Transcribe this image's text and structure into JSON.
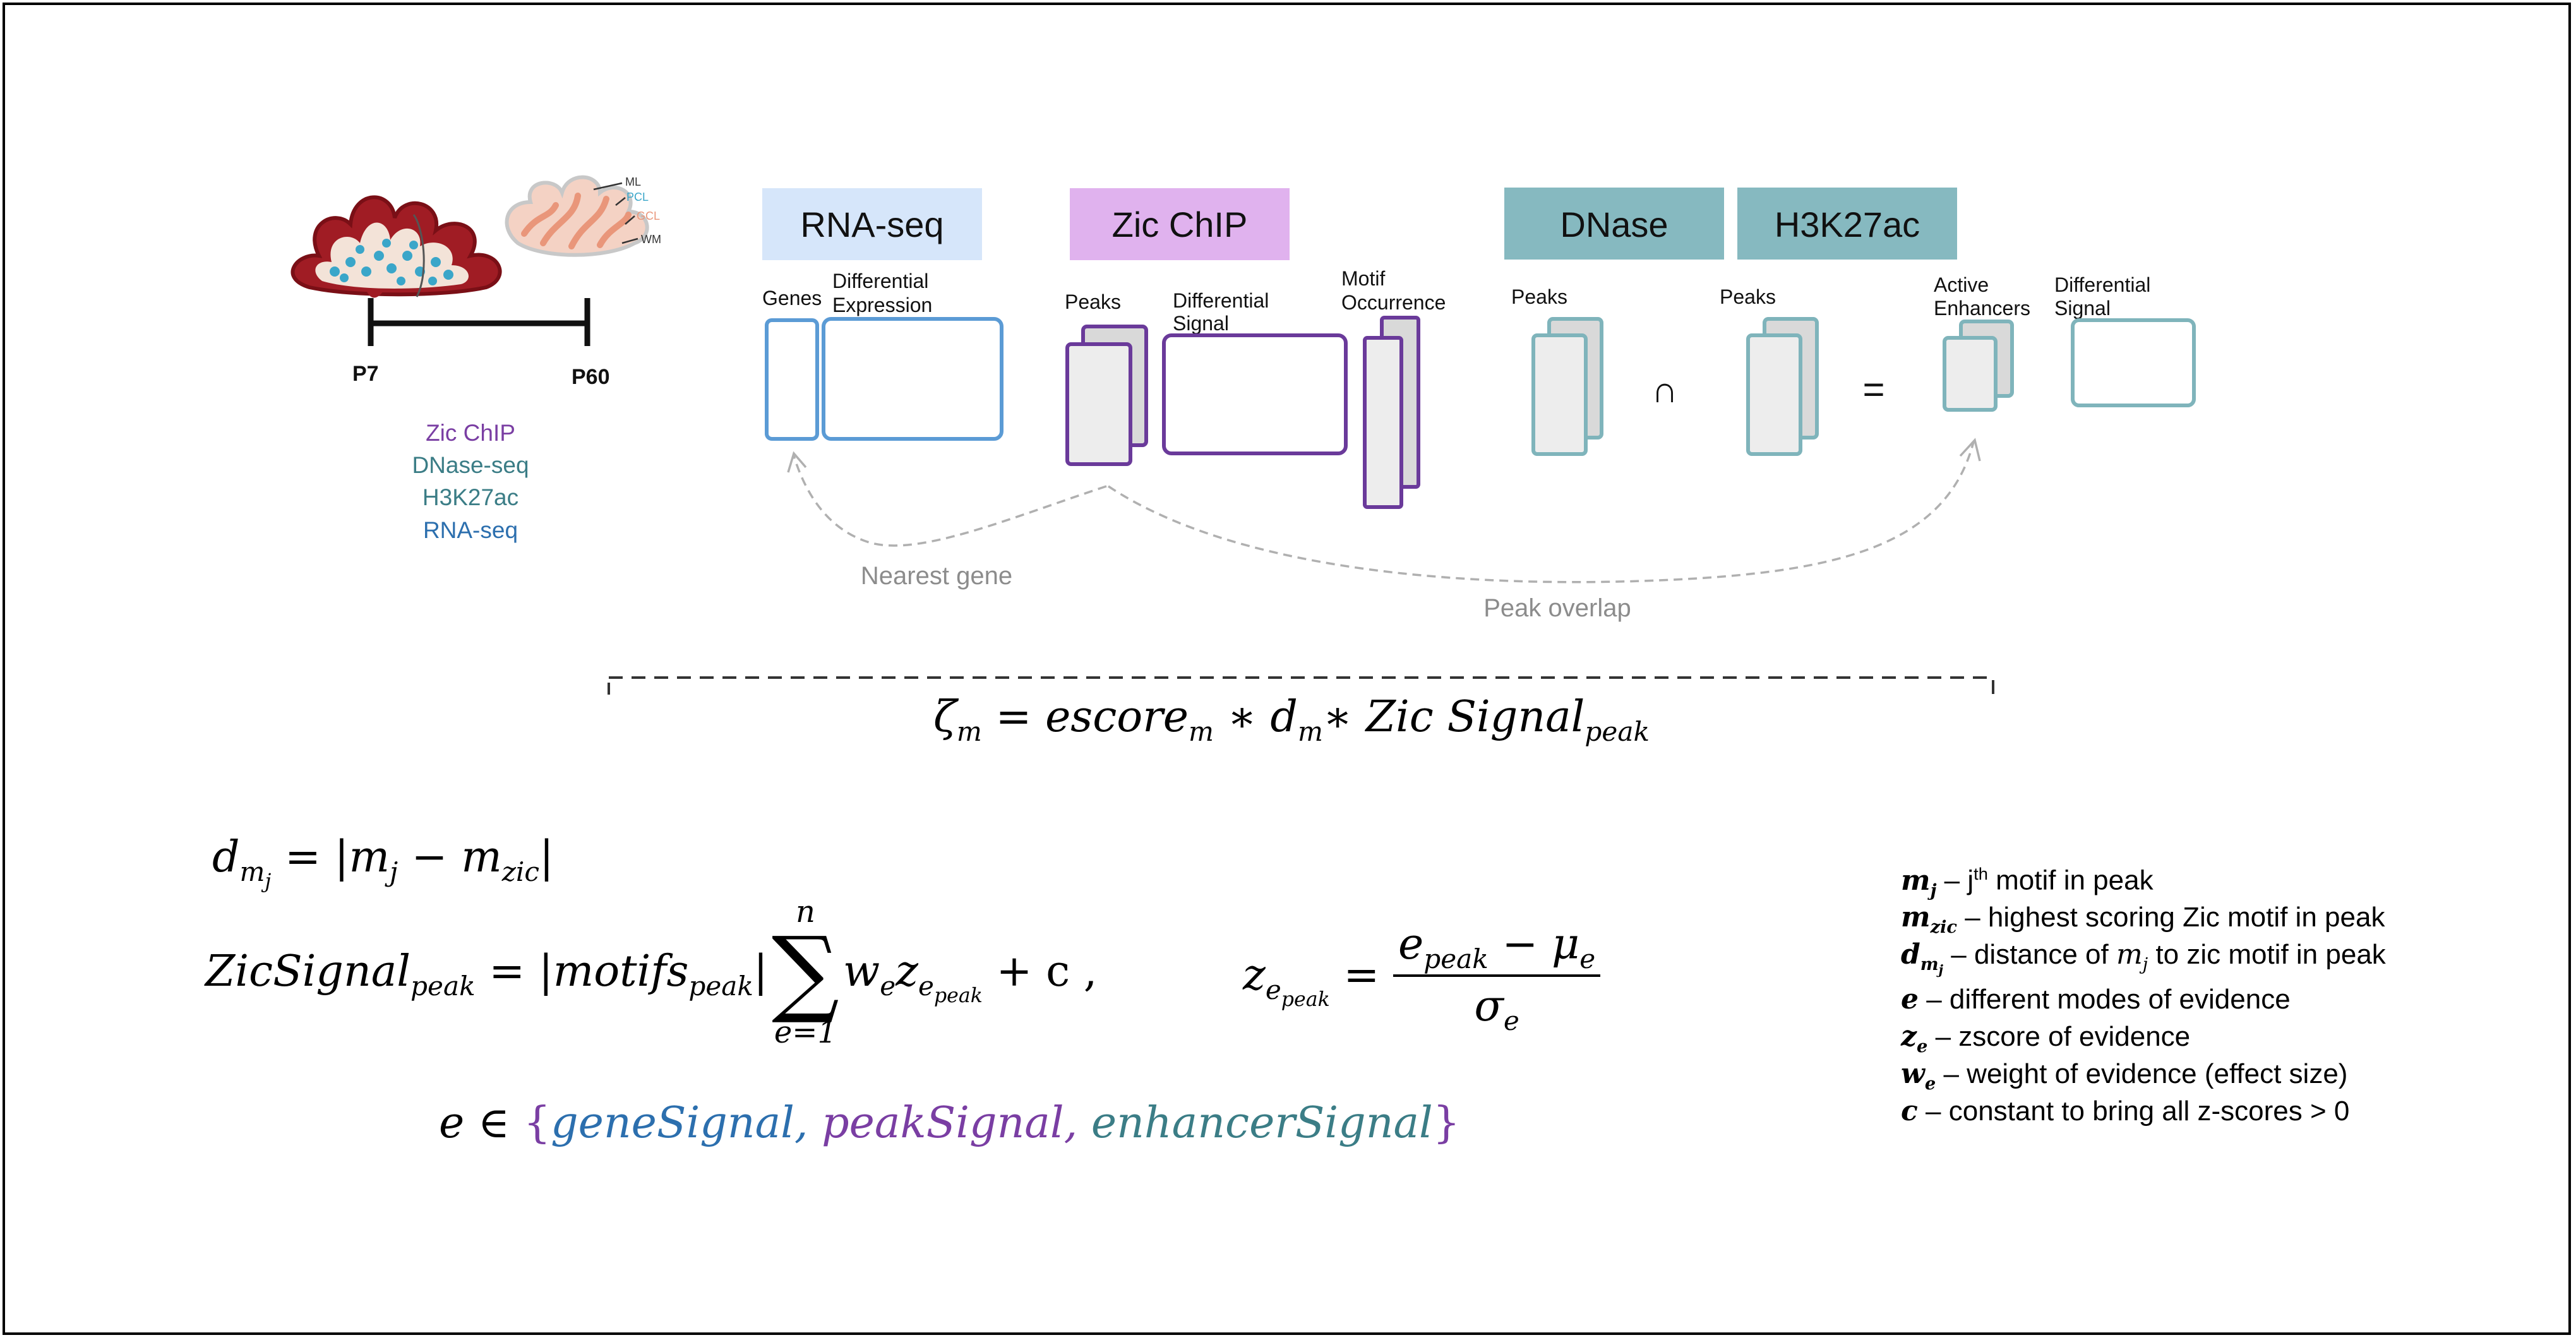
{
  "timeline": {
    "start_label": "P7",
    "end_label": "P60",
    "layer_labels": [
      "ML",
      "PCL",
      "GCL",
      "WM"
    ],
    "assays": [
      {
        "label": "Zic ChIP",
        "color": "#7a3ea3"
      },
      {
        "label": "DNase-seq",
        "color": "#3b7d86"
      },
      {
        "label": "H3K27ac",
        "color": "#3b7d86"
      },
      {
        "label": "RNA-seq",
        "color": "#2c6fae"
      }
    ]
  },
  "panels": {
    "rna_seq": {
      "title": "RNA-seq",
      "genes_label": "Genes",
      "diff_expr_label_1": "Differential",
      "diff_expr_label_2": "Expression"
    },
    "zic_chip": {
      "title": "Zic ChIP",
      "peaks_label": "Peaks",
      "diff_signal_label_1": "Differential",
      "diff_signal_label_2": "Signal",
      "motif_label_1": "Motif",
      "motif_label_2": "Occurrence"
    },
    "dnase": {
      "title": "DNase",
      "peaks_label": "Peaks",
      "intersect_symbol": "∩"
    },
    "h3k27ac": {
      "title": "H3K27ac",
      "peaks_label": "Peaks",
      "equals_symbol": "=",
      "active_label_1": "Active",
      "active_label_2": "Enhancers",
      "diff_signal_label_1": "Differential",
      "diff_signal_label_2": "Signal"
    }
  },
  "arrows": {
    "nearest_gene": "Nearest gene",
    "peak_overlap": "Peak overlap"
  },
  "equations": {
    "zeta": {
      "lhs": "ζ",
      "lhs_sub": "m",
      "eq": " = ",
      "t1": "escore",
      "t1_sub": "m",
      "op1": " ∗  ",
      "t2": "d",
      "t2_sub": "m",
      "op2": "∗  ",
      "t3": "Zic Signal",
      "t3_sub": "peak"
    },
    "d_mj": {
      "d": "d",
      "d_sub_m": "m",
      "d_sub_j": "j",
      "eq": " = |",
      "m": "m",
      "m_sub": "j",
      "minus": " − ",
      "m2": "m",
      "m2_sub": "zic",
      "close": "|"
    },
    "zic_signal": {
      "lhs": "ZicSignal",
      "lhs_sub": "peak",
      "eq": " = |",
      "motifs": "motifs",
      "motifs_sub": "peak",
      "close": "|",
      "sum_top": "n",
      "sum_bottom": "e=1",
      "w": "w",
      "w_sub": "e",
      "z": "z",
      "z_sub": "e",
      "z_subsub": "peak",
      "plus_c": " + c ,"
    },
    "z_epeak": {
      "z": "z",
      "z_sub": "e",
      "z_subsub": "peak",
      "eq": " = ",
      "num_e": "e",
      "num_e_sub": "peak",
      "num_minus": " −  ",
      "num_mu": "μ",
      "num_mu_sub": "e",
      "den": "σ",
      "den_sub": "e"
    },
    "e_set": {
      "e": "e",
      "in": "∈",
      "open": "{",
      "s1": "geneSignal",
      "c1": ",",
      "s2": "peakSignal",
      "c2": ",",
      "s3": "enhancerSignal",
      "close": "}"
    }
  },
  "legend": [
    {
      "sym": "m",
      "sub": "j",
      "text": " – j",
      "sup": "th",
      "text2": "  motif in peak"
    },
    {
      "sym": "m",
      "sub": "zic",
      "text": " – highest scoring Zic motif in peak"
    },
    {
      "sym": "d",
      "sub": "m",
      "subsub": "j",
      "text": " – distance of ",
      "mid_sym": "m",
      "mid_sub": "j",
      "text2": " to zic motif in peak"
    },
    {
      "sym": "e",
      "text": "  – different modes of evidence"
    },
    {
      "sym": "z",
      "sub": "e",
      "text": "  – zscore of evidence"
    },
    {
      "sym": "w",
      "sub": "e",
      "text": " – weight of evidence (effect size)"
    },
    {
      "sym": "c",
      "text": "  – constant to bring all z-scores > 0"
    }
  ],
  "colors": {
    "rna_header": "#d6e6fa",
    "rna_box": "#5b9bd5",
    "zic_header": "#e0b2ee",
    "zic_box": "#6a3a9a",
    "dnase_header": "#86b9c0",
    "dnase_box": "#7fb4bb",
    "gene_text": "#2c6fae",
    "peak_text": "#7a3ea3",
    "enh_text": "#3b7d86",
    "arrow": "#b0b0b0",
    "arrow_text": "#8c8c8c"
  }
}
